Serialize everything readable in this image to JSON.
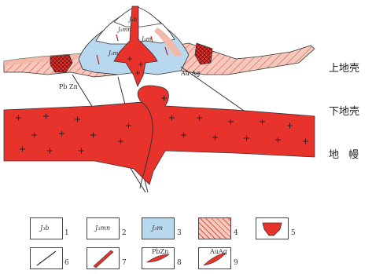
{
  "labels": {
    "upper_crust": "上地壳",
    "lower_crust": "下地壳",
    "mantle": "地  幔",
    "deposit_left": "Pb Zn",
    "deposit_right": "Au Ag",
    "unit_top": "J₃b",
    "unit_mid1": "J₃mn",
    "unit_mid2": "J₃m",
    "unit_inner": "J₃m"
  },
  "legend": [
    {
      "num": "1",
      "text": "J₃b",
      "kind": "white-dots"
    },
    {
      "num": "2",
      "text": "J₃mn",
      "kind": "white-v"
    },
    {
      "num": "3",
      "text": "J₃m",
      "kind": "blue"
    },
    {
      "num": "4",
      "text": "",
      "kind": "hatched"
    },
    {
      "num": "5",
      "text": "",
      "kind": "intrusion"
    },
    {
      "num": "6",
      "text": "",
      "kind": "fault"
    },
    {
      "num": "7",
      "text": "",
      "kind": "dike"
    },
    {
      "num": "8",
      "text": "PbZn",
      "kind": "orebody"
    },
    {
      "num": "9",
      "text": "AuAg",
      "kind": "orebody"
    }
  ],
  "colors": {
    "red": "#e8332d",
    "pink": "#f2b8a8",
    "blue": "#b8d8f0",
    "line": "#333333"
  }
}
